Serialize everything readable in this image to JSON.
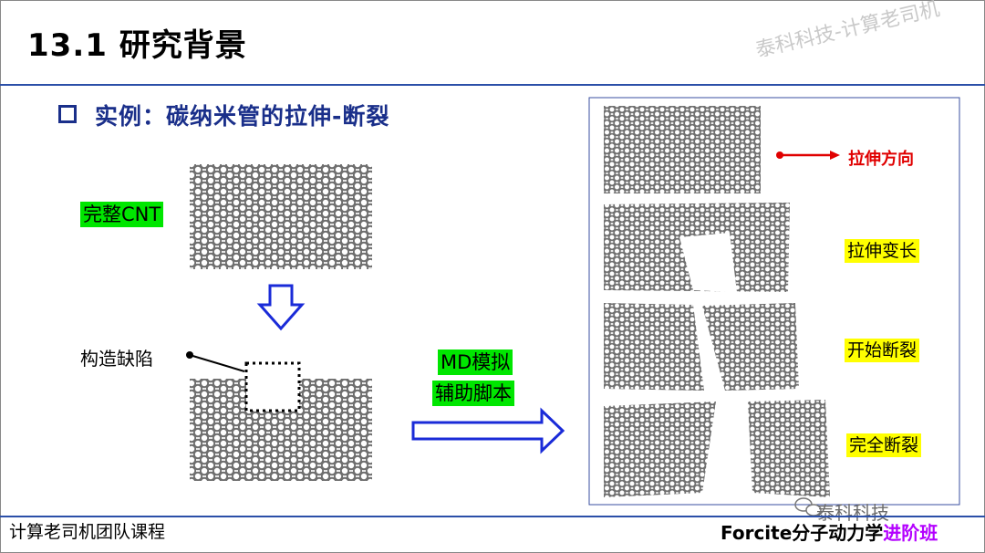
{
  "slide": {
    "title": "13.1 研究背景",
    "watermark": "泰科科技-计算老司机",
    "subtitle": "实例：碳纳米管的拉伸-断裂",
    "labels": {
      "complete_cnt": "完整CNT",
      "build_defect": "构造缺陷",
      "md_line1": "MD模拟",
      "md_line2": "辅助脚本"
    },
    "stages": {
      "direction": "拉伸方向",
      "elongate": "拉伸变长",
      "start_fracture": "开始断裂",
      "full_fracture": "完全断裂"
    },
    "footer": {
      "left": "计算老司机团队课程",
      "right_main": "Forcite分子动力学",
      "right_highlight": "进阶班",
      "wechat": "泰科科技"
    },
    "colors": {
      "title_blue": "#1a2f8a",
      "rule_blue": "#2b4fa8",
      "green_tag": "#00e600",
      "yellow_tag": "#ffff00",
      "red_arrow": "#e00000",
      "purple": "#b400ff"
    }
  }
}
